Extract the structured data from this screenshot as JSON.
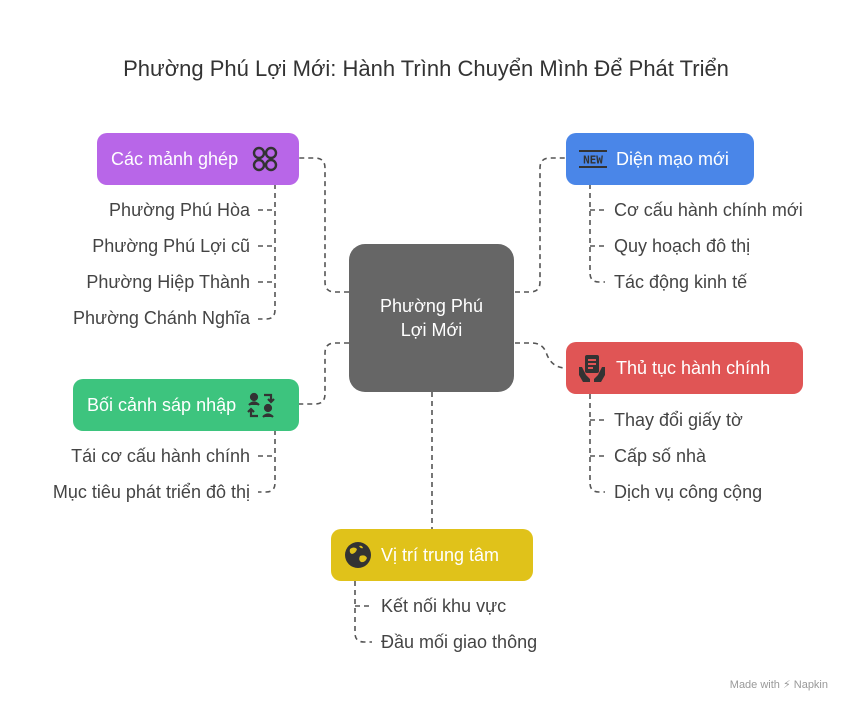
{
  "title": "Phường Phú Lợi Mới: Hành Trình Chuyển Mình Để Phát Triển",
  "center": "Phường Phú Lợi Mới",
  "colors": {
    "purple": "#B866E8",
    "blue": "#4A86E8",
    "red": "#E05555",
    "green": "#3DC47E",
    "yellow": "#E0C21A",
    "center": "#666666",
    "line": "#555555"
  },
  "branches": {
    "pieces": {
      "label": "Các mảnh ghép",
      "icon": "puzzle-links-icon",
      "items": [
        "Phường Phú Hòa",
        "Phường Phú Lợi cũ",
        "Phường Hiệp Thành",
        "Phường Chánh Nghĩa"
      ]
    },
    "appearance": {
      "label": "Diện mạo mới",
      "icon": "new-badge-icon",
      "badge": "NEW",
      "items": [
        "Cơ cấu hành chính mới",
        "Quy hoạch đô thị",
        "Tác động kinh tế"
      ]
    },
    "procedures": {
      "label": "Thủ tục hành chính",
      "icon": "document-hands-icon",
      "items": [
        "Thay đổi giấy tờ",
        "Cấp số nhà",
        "Dịch vụ công cộng"
      ]
    },
    "context": {
      "label": "Bối cảnh sáp nhập",
      "icon": "people-exchange-icon",
      "items": [
        "Tái cơ cấu hành chính",
        "Mục tiêu phát triển đô thị"
      ]
    },
    "location": {
      "label": "Vị trí trung tâm",
      "icon": "globe-icon",
      "items": [
        "Kết nối khu vực",
        "Đầu mối giao thông"
      ]
    }
  },
  "footer": "Made with ⚡ Napkin"
}
